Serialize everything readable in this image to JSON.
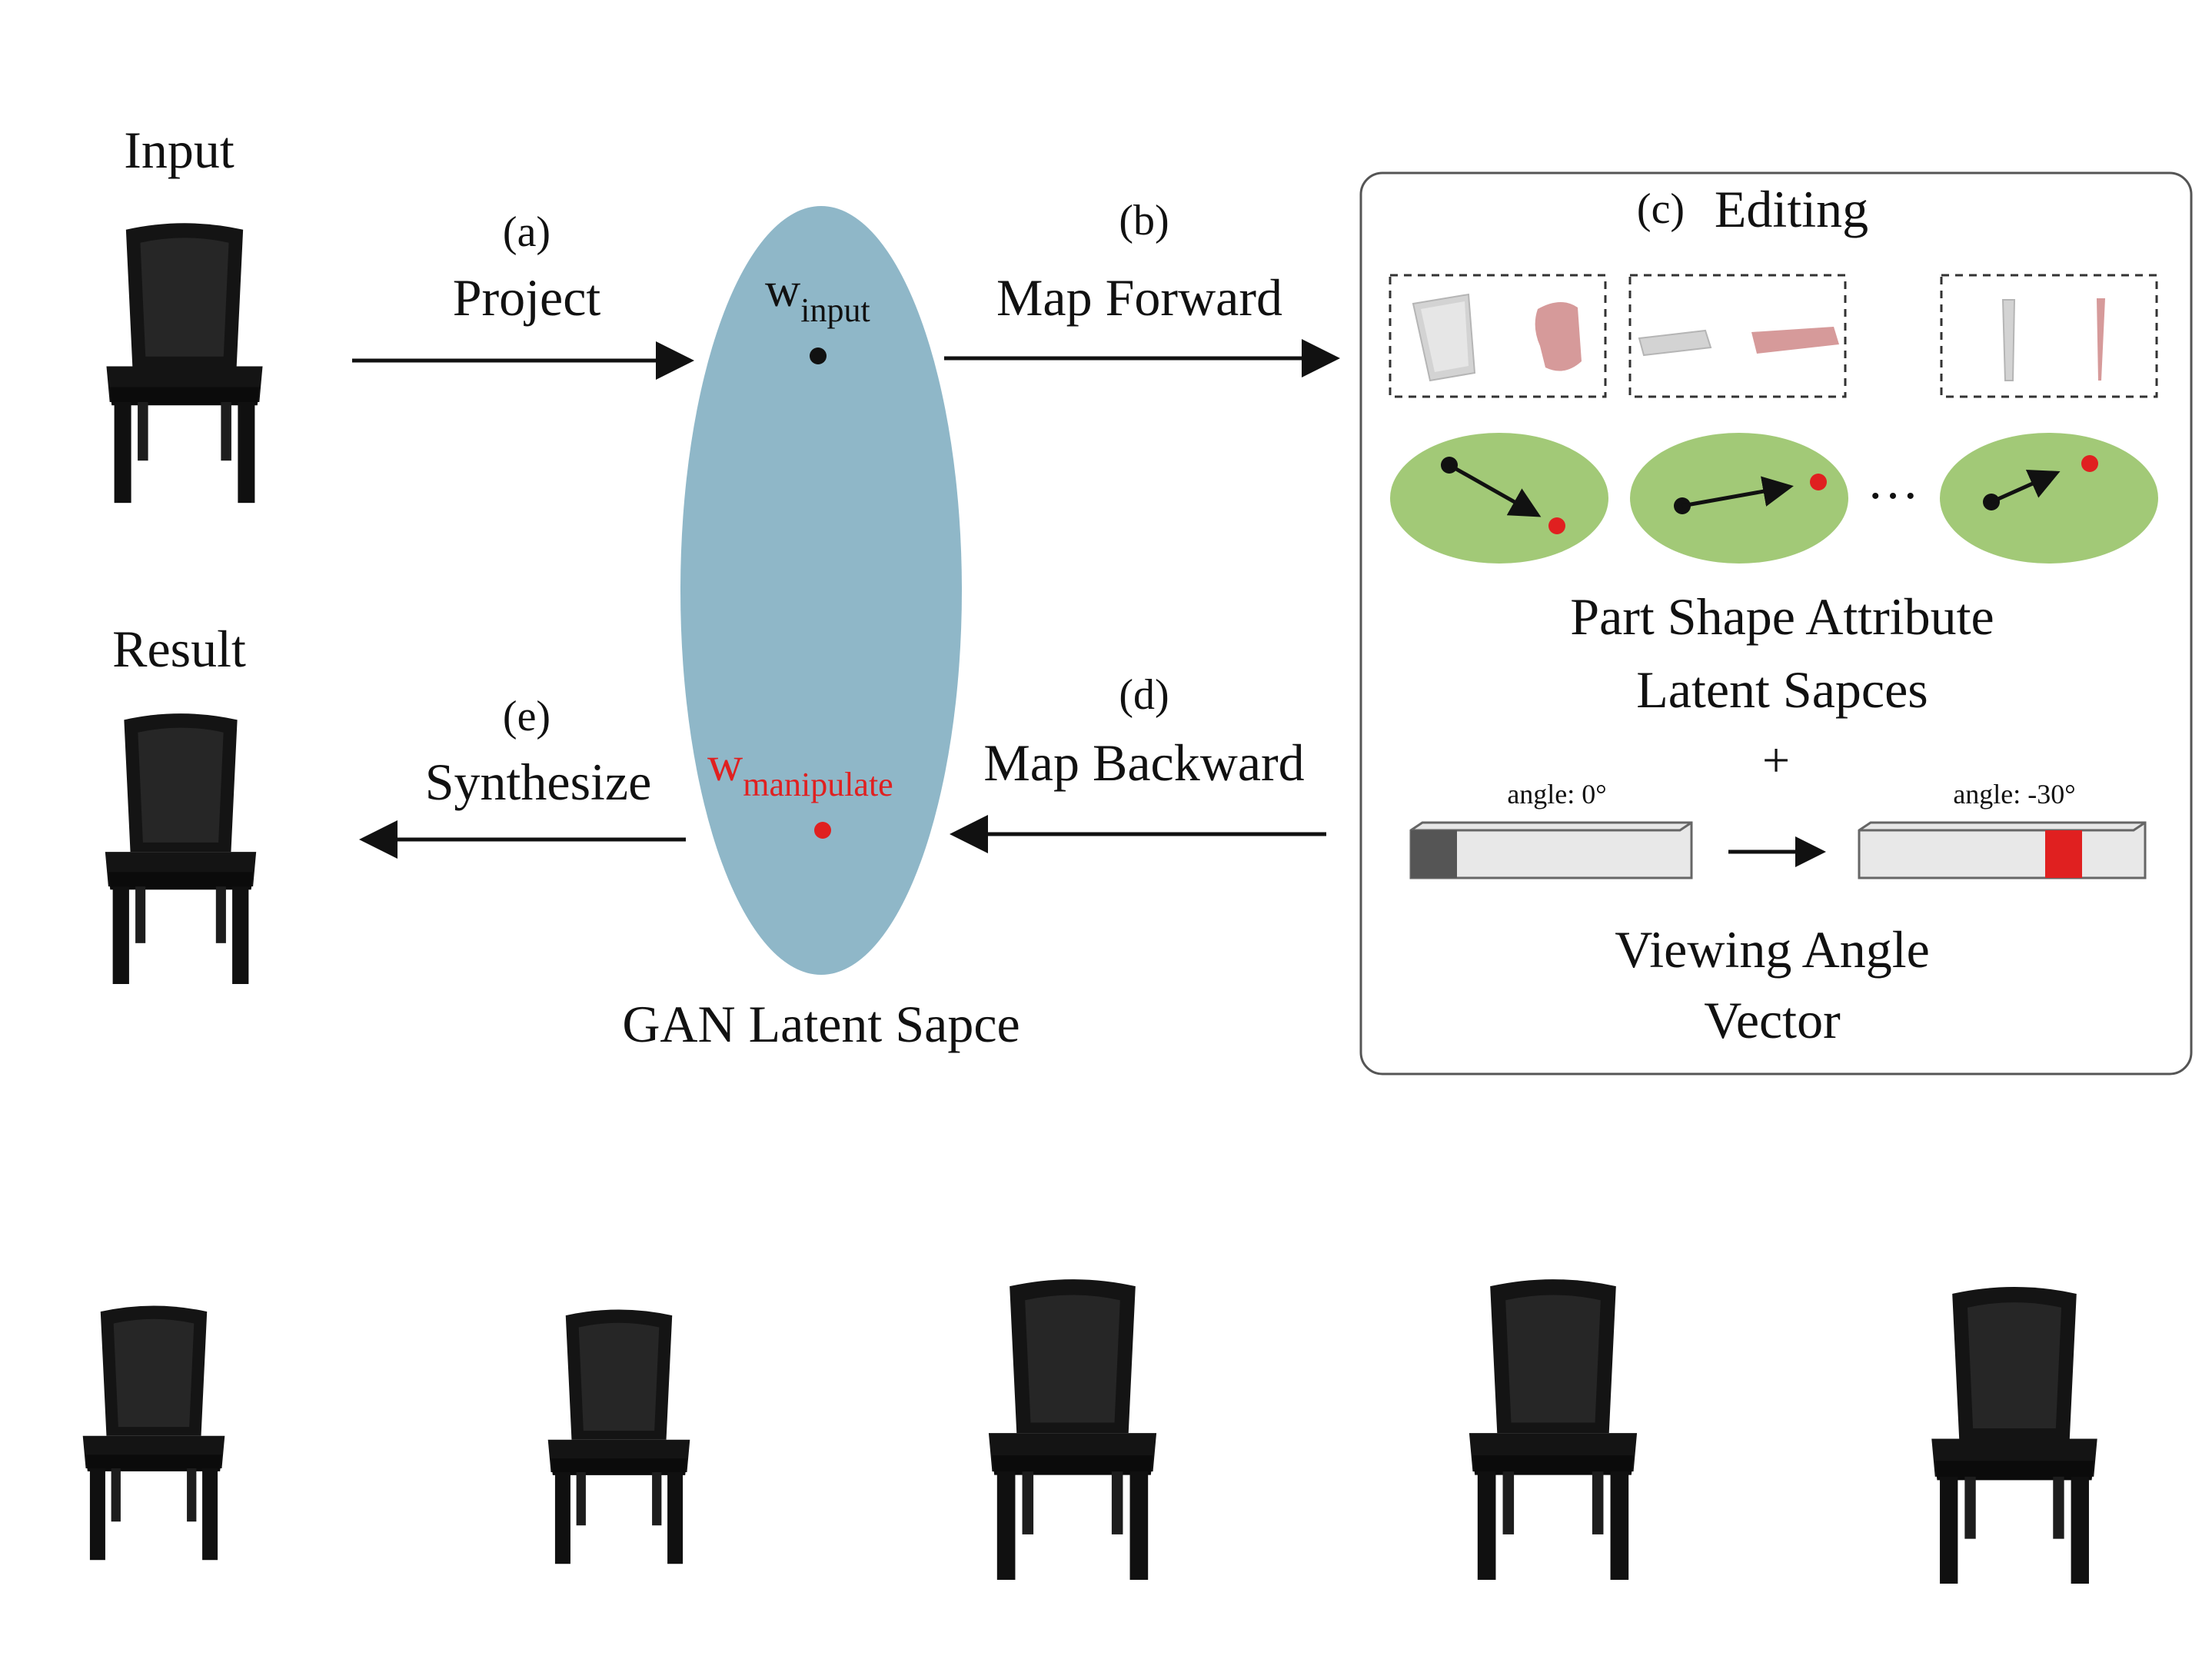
{
  "labels": {
    "input": "Input",
    "result": "Result",
    "step_a": "(a)",
    "project": "Project",
    "step_b": "(b)",
    "map_forward": "Map Forward",
    "step_c": "(c)",
    "editing": "Editing",
    "step_d": "(d)",
    "map_backward": "Map Backward",
    "step_e": "(e)",
    "synthesize": "Synthesize",
    "w_input_base": "w",
    "w_input_sub": "input",
    "w_manip_base": "w",
    "w_manip_sub": "manipulate",
    "gan_space": "GAN Latent Sapce",
    "part_attr_line1": "Part Shape Attribute",
    "part_attr_line2": "Latent Sapces",
    "plus": "+",
    "ellipsis": "…",
    "angle_before": "angle: 0°",
    "angle_after": "angle: -30°",
    "viewing_line1": "Viewing Angle",
    "viewing_line2": "Vector"
  },
  "colors": {
    "latent_ellipse": "#8fb7c8",
    "attribute_space": "#a2c977",
    "highlight_red": "#e02020",
    "chair_black": "#141414",
    "part_gray": "#d3d3d3",
    "part_pink": "#d69a9a"
  },
  "icons": {
    "input_chair": "chair-photo",
    "result_chair": "chair-photo",
    "part_backrest": "backrest-part-icon",
    "part_seat": "seat-part-icon",
    "part_leg": "leg-part-icon",
    "arrow": "arrow-icon"
  },
  "results": {
    "count": 5,
    "description": "chair-photo"
  }
}
